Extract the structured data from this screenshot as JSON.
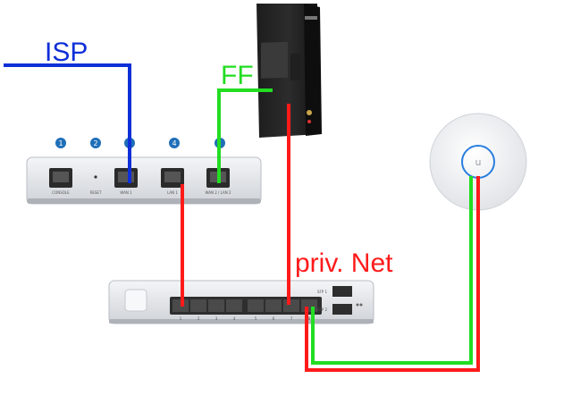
{
  "labels": {
    "isp": "ISP",
    "ff": "FF",
    "priv_net": "priv. Net"
  },
  "router": {
    "port_badges": [
      "1",
      "2",
      "",
      "4",
      ""
    ],
    "port_labels": [
      "CONSOLE",
      "RESET",
      "WAN 1",
      "LAN 1",
      "WAN 2 / LAN 2"
    ]
  },
  "switch": {
    "port_numbers": [
      "1",
      "2",
      "3",
      "4",
      "5",
      "6",
      "7",
      "8"
    ],
    "sfp_labels": [
      "SFP 1",
      "SFP 2"
    ]
  },
  "colors": {
    "isp_line": "#0f2fd8",
    "ff_line": "#22dd22",
    "priv_line": "#ff1a1a",
    "badge": "#1f6fb8",
    "ap_ring": "#2a7fe0"
  }
}
